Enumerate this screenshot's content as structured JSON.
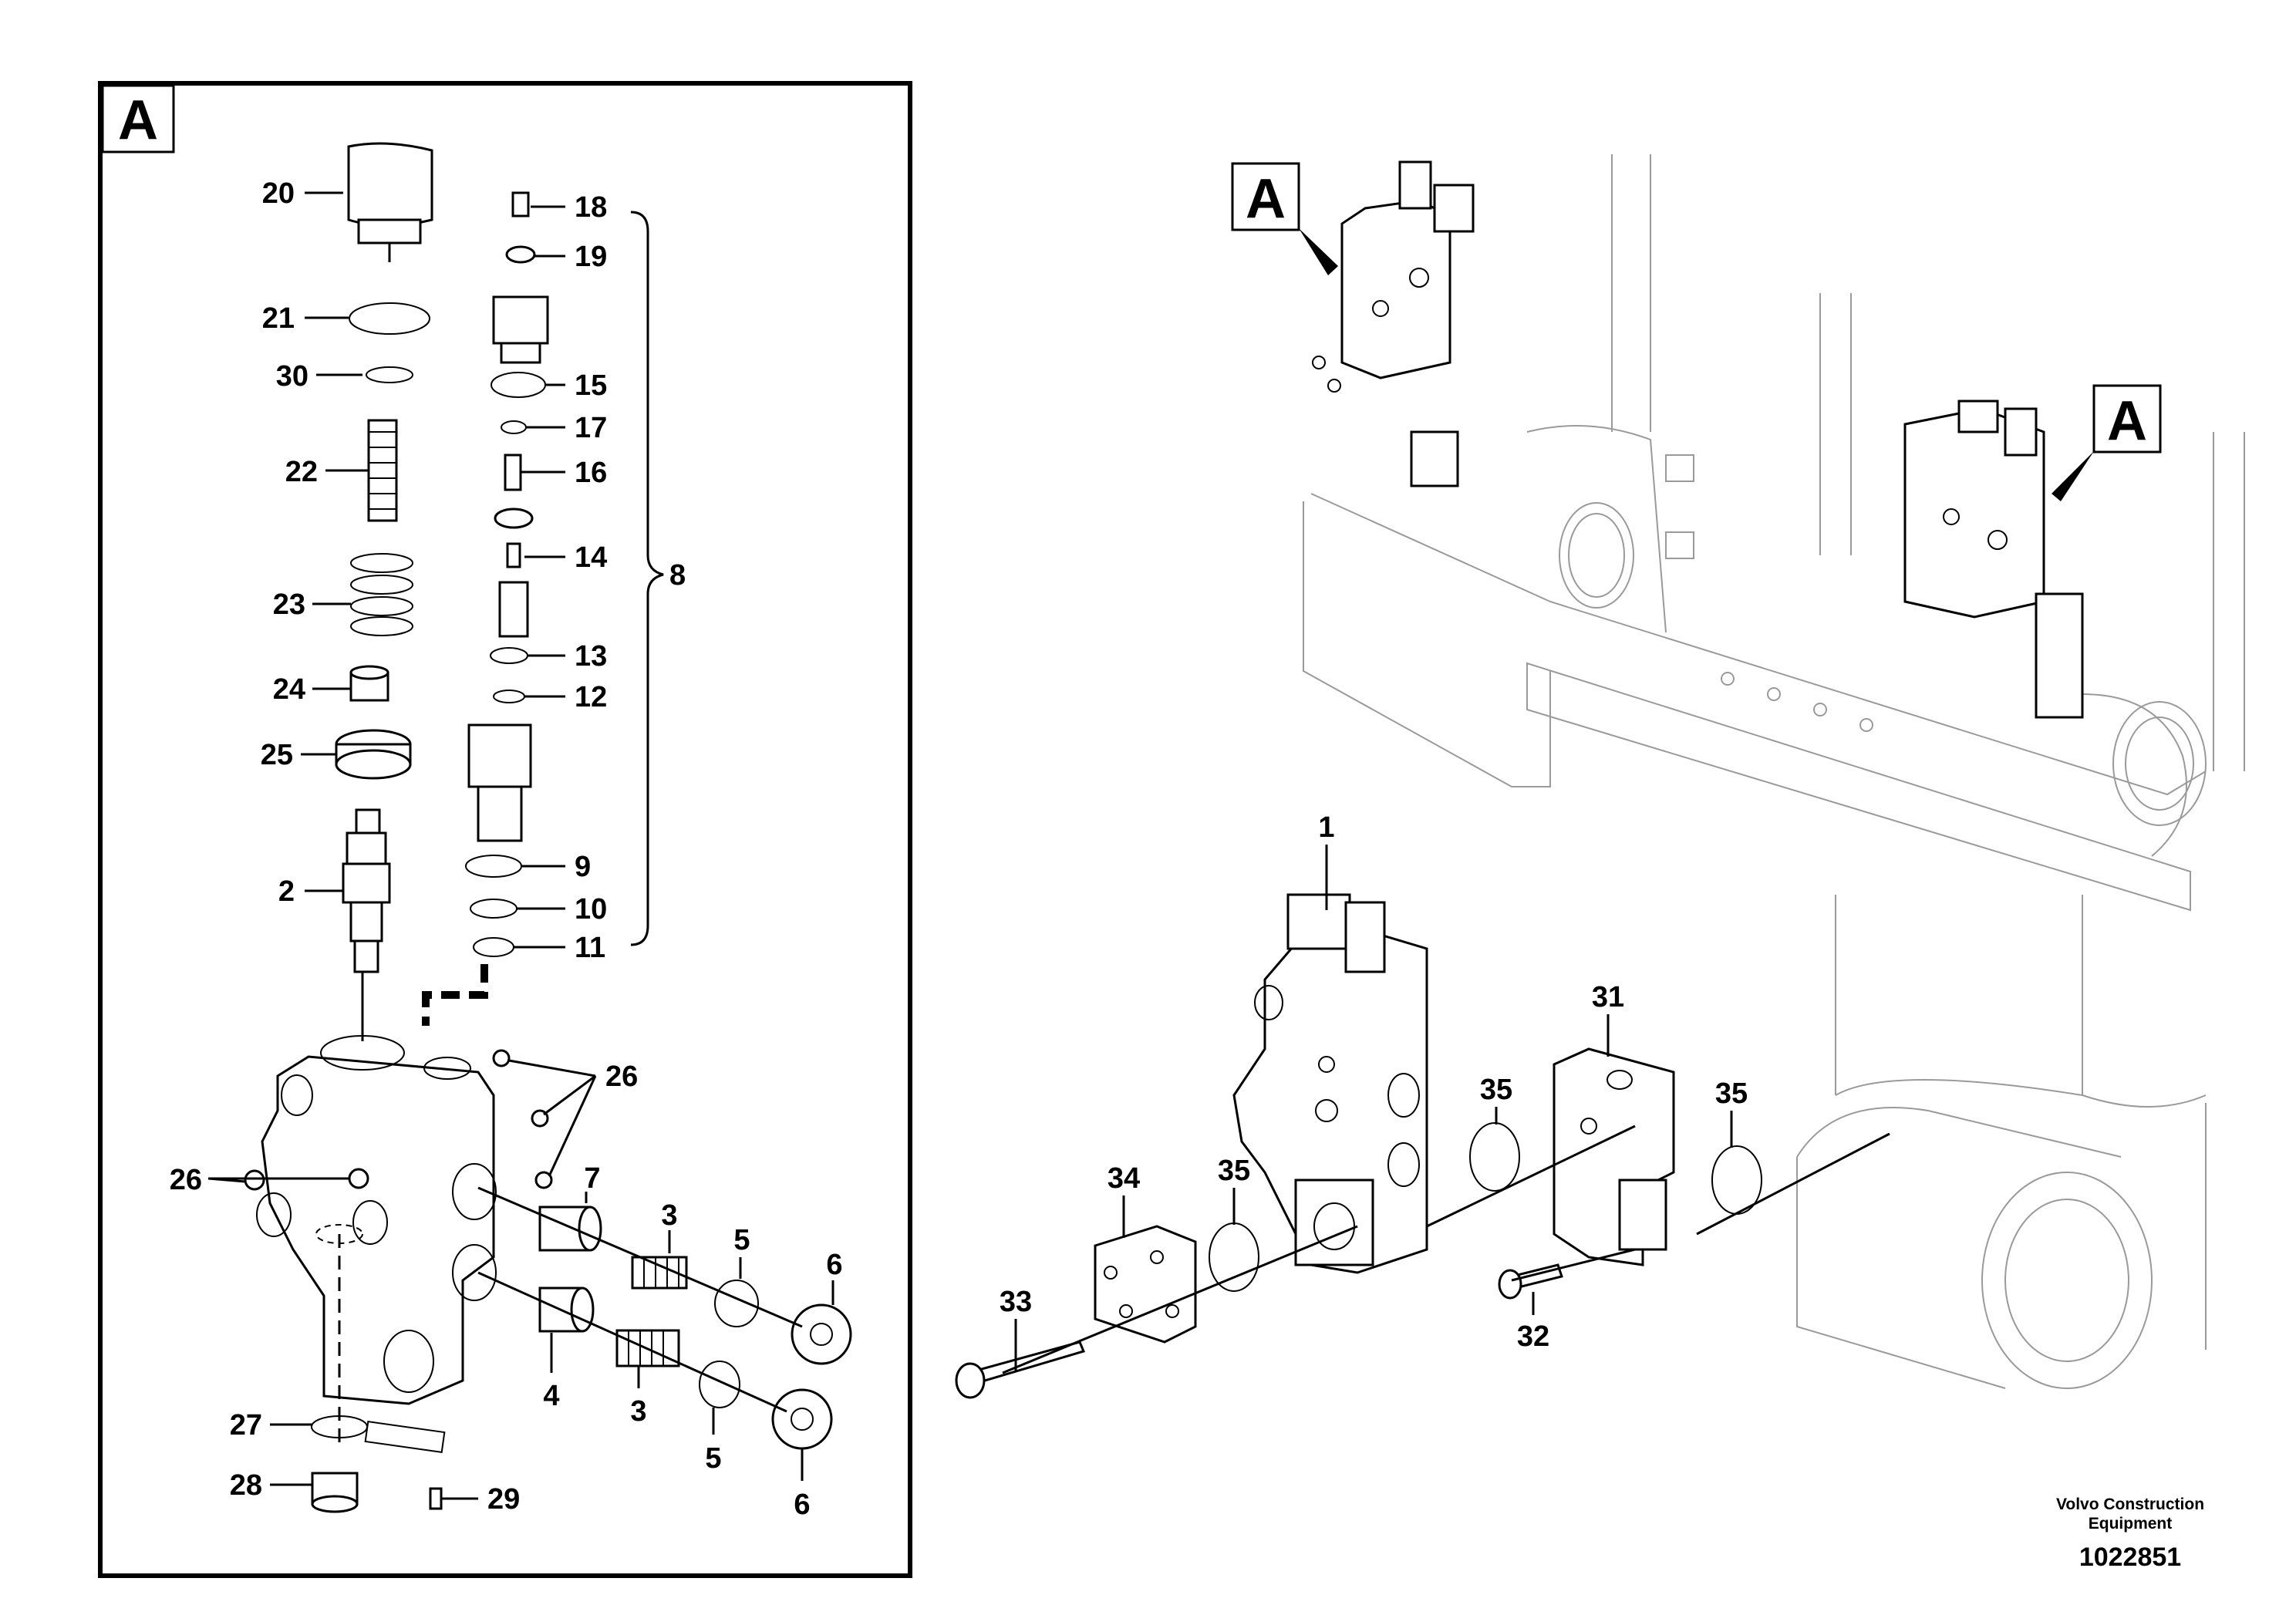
{
  "detail": {
    "view_letter": "A",
    "callouts": [
      "20",
      "21",
      "30",
      "22",
      "23",
      "24",
      "25",
      "2",
      "18",
      "19",
      "15",
      "17",
      "16",
      "14",
      "13",
      "12",
      "9",
      "10",
      "11",
      "8",
      "26",
      "26",
      "7",
      "3",
      "5",
      "6",
      "4",
      "3",
      "5",
      "6",
      "27",
      "28",
      "29"
    ]
  },
  "overview": {
    "view_letter_1": "A",
    "view_letter_2": "A",
    "callouts": [
      "1",
      "31",
      "35",
      "35",
      "35",
      "34",
      "33",
      "32"
    ]
  },
  "footer": {
    "company_line1": "Volvo Construction",
    "company_line2": "Equipment",
    "drawing_number": "1022851"
  }
}
